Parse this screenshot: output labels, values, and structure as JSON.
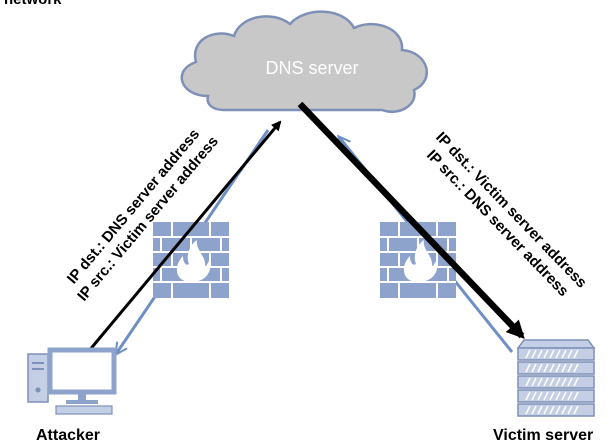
{
  "header_fragment": "network",
  "cloud": {
    "label": "DNS server"
  },
  "attacker": {
    "label": "Attacker"
  },
  "victim": {
    "label": "Victim server"
  },
  "left_path": {
    "line1": "IP dst.: DNS server address",
    "line2": "IP src.: Victim server address"
  },
  "right_path": {
    "line1": "IP dst.: Victim server address",
    "line2": "IP src.: DNS server address"
  },
  "colors": {
    "cloud_fill": "#c8c8c8",
    "cloud_stroke": "#7f90b8",
    "cloud_text": "#ffffff",
    "reply_arrow": "#6e8fc5",
    "firewall": "#8ea3cc",
    "black": "#000000"
  },
  "icons": [
    "firewall-icon",
    "computer-icon",
    "server-rack-icon"
  ]
}
